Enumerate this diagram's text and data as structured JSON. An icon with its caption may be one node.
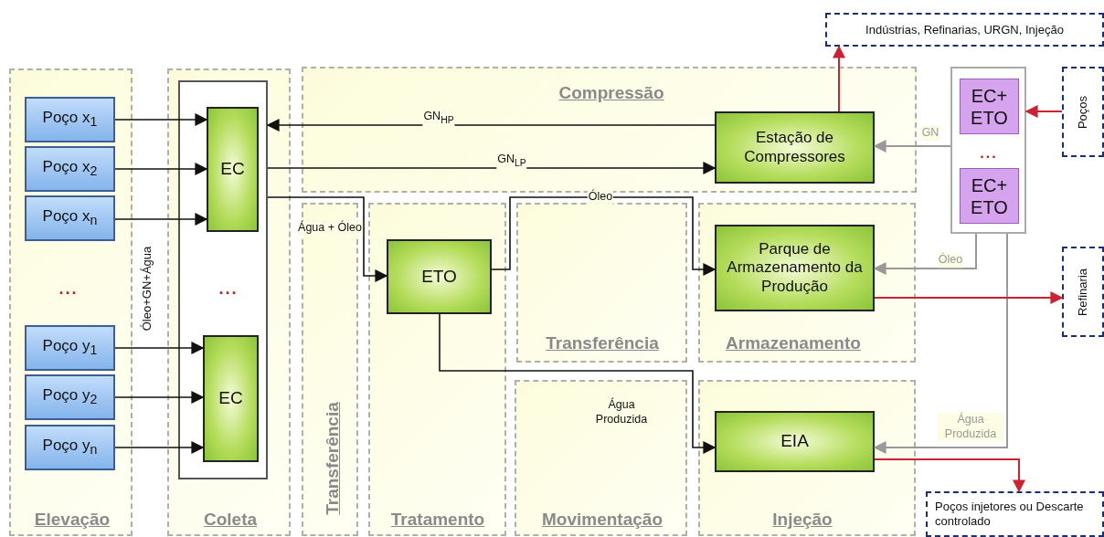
{
  "diagram": {
    "nodes": [
      {
        "text": [
          "Elevação"
        ]
      },
      {
        "text": [
          "Poço x$_{1}$"
        ],
        "in": 0
      },
      {
        "text": [
          "Poço x$_{2}$"
        ],
        "in": 0
      },
      {
        "text": [
          "Poço x$_{n}$"
        ],
        "in": 0
      },
      {
        "text": [
          "Poço y$_{1}$"
        ],
        "in": 0
      },
      {
        "text": [
          "Poço y$_{2}$"
        ],
        "in": 0
      },
      {
        "text": [
          "Poço y$_{n}$"
        ],
        "in": 0
      },
      {
        "text": [
          "Coleta"
        ]
      },
      {
        "text": [],
        "shape": "box",
        "in": 7
      },
      {
        "text": [
          "EC"
        ],
        "in": 8
      },
      {
        "text": [
          "EC"
        ],
        "in": 8
      },
      {
        "text": [
          "Compressão"
        ]
      },
      {
        "text": [
          "Estação de Compressores"
        ],
        "in": 11
      },
      {
        "text": [
          "Transferência"
        ]
      },
      {
        "text": [
          "Tratamento"
        ]
      },
      {
        "text": [
          "ETO"
        ],
        "in": 14
      },
      {
        "text": [
          "Transferência"
        ]
      },
      {
        "text": [
          "Movimentação"
        ]
      },
      {
        "text": [
          "Armazenamento"
        ]
      },
      {
        "text": [
          "Parque de Armazenamento da Produção"
        ],
        "in": 18
      },
      {
        "text": [
          "Injeção"
        ]
      },
      {
        "text": [
          "EIA"
        ],
        "in": 20
      },
      {
        "text": [],
        "shape": "box"
      },
      {
        "text": [
          "EC+ ETO"
        ],
        "in": 22
      },
      {
        "text": [
          "EC+ ETO"
        ],
        "in": 22
      },
      {
        "text": [
          "Indústrias, Refinarias, URGN, Injeção"
        ]
      },
      {
        "text": [
          "Poços"
        ]
      },
      {
        "text": [
          "Refinaria"
        ]
      },
      {
        "text": [
          "Poços injetores ou Descarte controlado"
        ]
      }
    ],
    "edges": [
      {
        "from": 1,
        "to": 9,
        "arrow": "to"
      },
      {
        "from": 2,
        "to": 9,
        "arrow": "to"
      },
      {
        "from": 3,
        "to": 9,
        "arrow": "to"
      },
      {
        "from": 4,
        "to": 10,
        "arrow": "to"
      },
      {
        "from": 5,
        "to": 10,
        "arrow": "to"
      },
      {
        "from": 6,
        "to": 10,
        "arrow": "to"
      },
      {
        "from": 12,
        "to": 8,
        "arrow": "to",
        "label": "GN$_{HP}$"
      },
      {
        "from": 8,
        "to": 12,
        "arrow": "to",
        "label": "GN$_{LP}$"
      },
      {
        "from": 8,
        "to": 15,
        "arrow": "to",
        "label": "Água + Óleo"
      },
      {
        "from": 15,
        "to": 19,
        "arrow": "to",
        "label": "Óleo"
      },
      {
        "from": 15,
        "to": 21,
        "arrow": "to",
        "label": "Água Produzida"
      },
      {
        "from": 12,
        "to": 25,
        "arrow": "to",
        "color": "#cc2233"
      },
      {
        "from": 26,
        "to": 22,
        "arrow": "to",
        "color": "#cc2233"
      },
      {
        "from": 22,
        "to": 12,
        "arrow": "to",
        "label": "GN",
        "color": "#999999"
      },
      {
        "from": 22,
        "to": 19,
        "arrow": "to",
        "label": "Óleo",
        "color": "#999999"
      },
      {
        "from": 22,
        "to": 21,
        "arrow": "to",
        "label": "Água Produzida",
        "color": "#999999"
      },
      {
        "from": 19,
        "to": 27,
        "arrow": "to",
        "color": "#cc2233"
      },
      {
        "from": 21,
        "to": 28,
        "arrow": "to",
        "color": "#cc2233"
      }
    ],
    "labels": [
      "Óleo+GN+Água",
      "...",
      "...",
      "..."
    ]
  }
}
